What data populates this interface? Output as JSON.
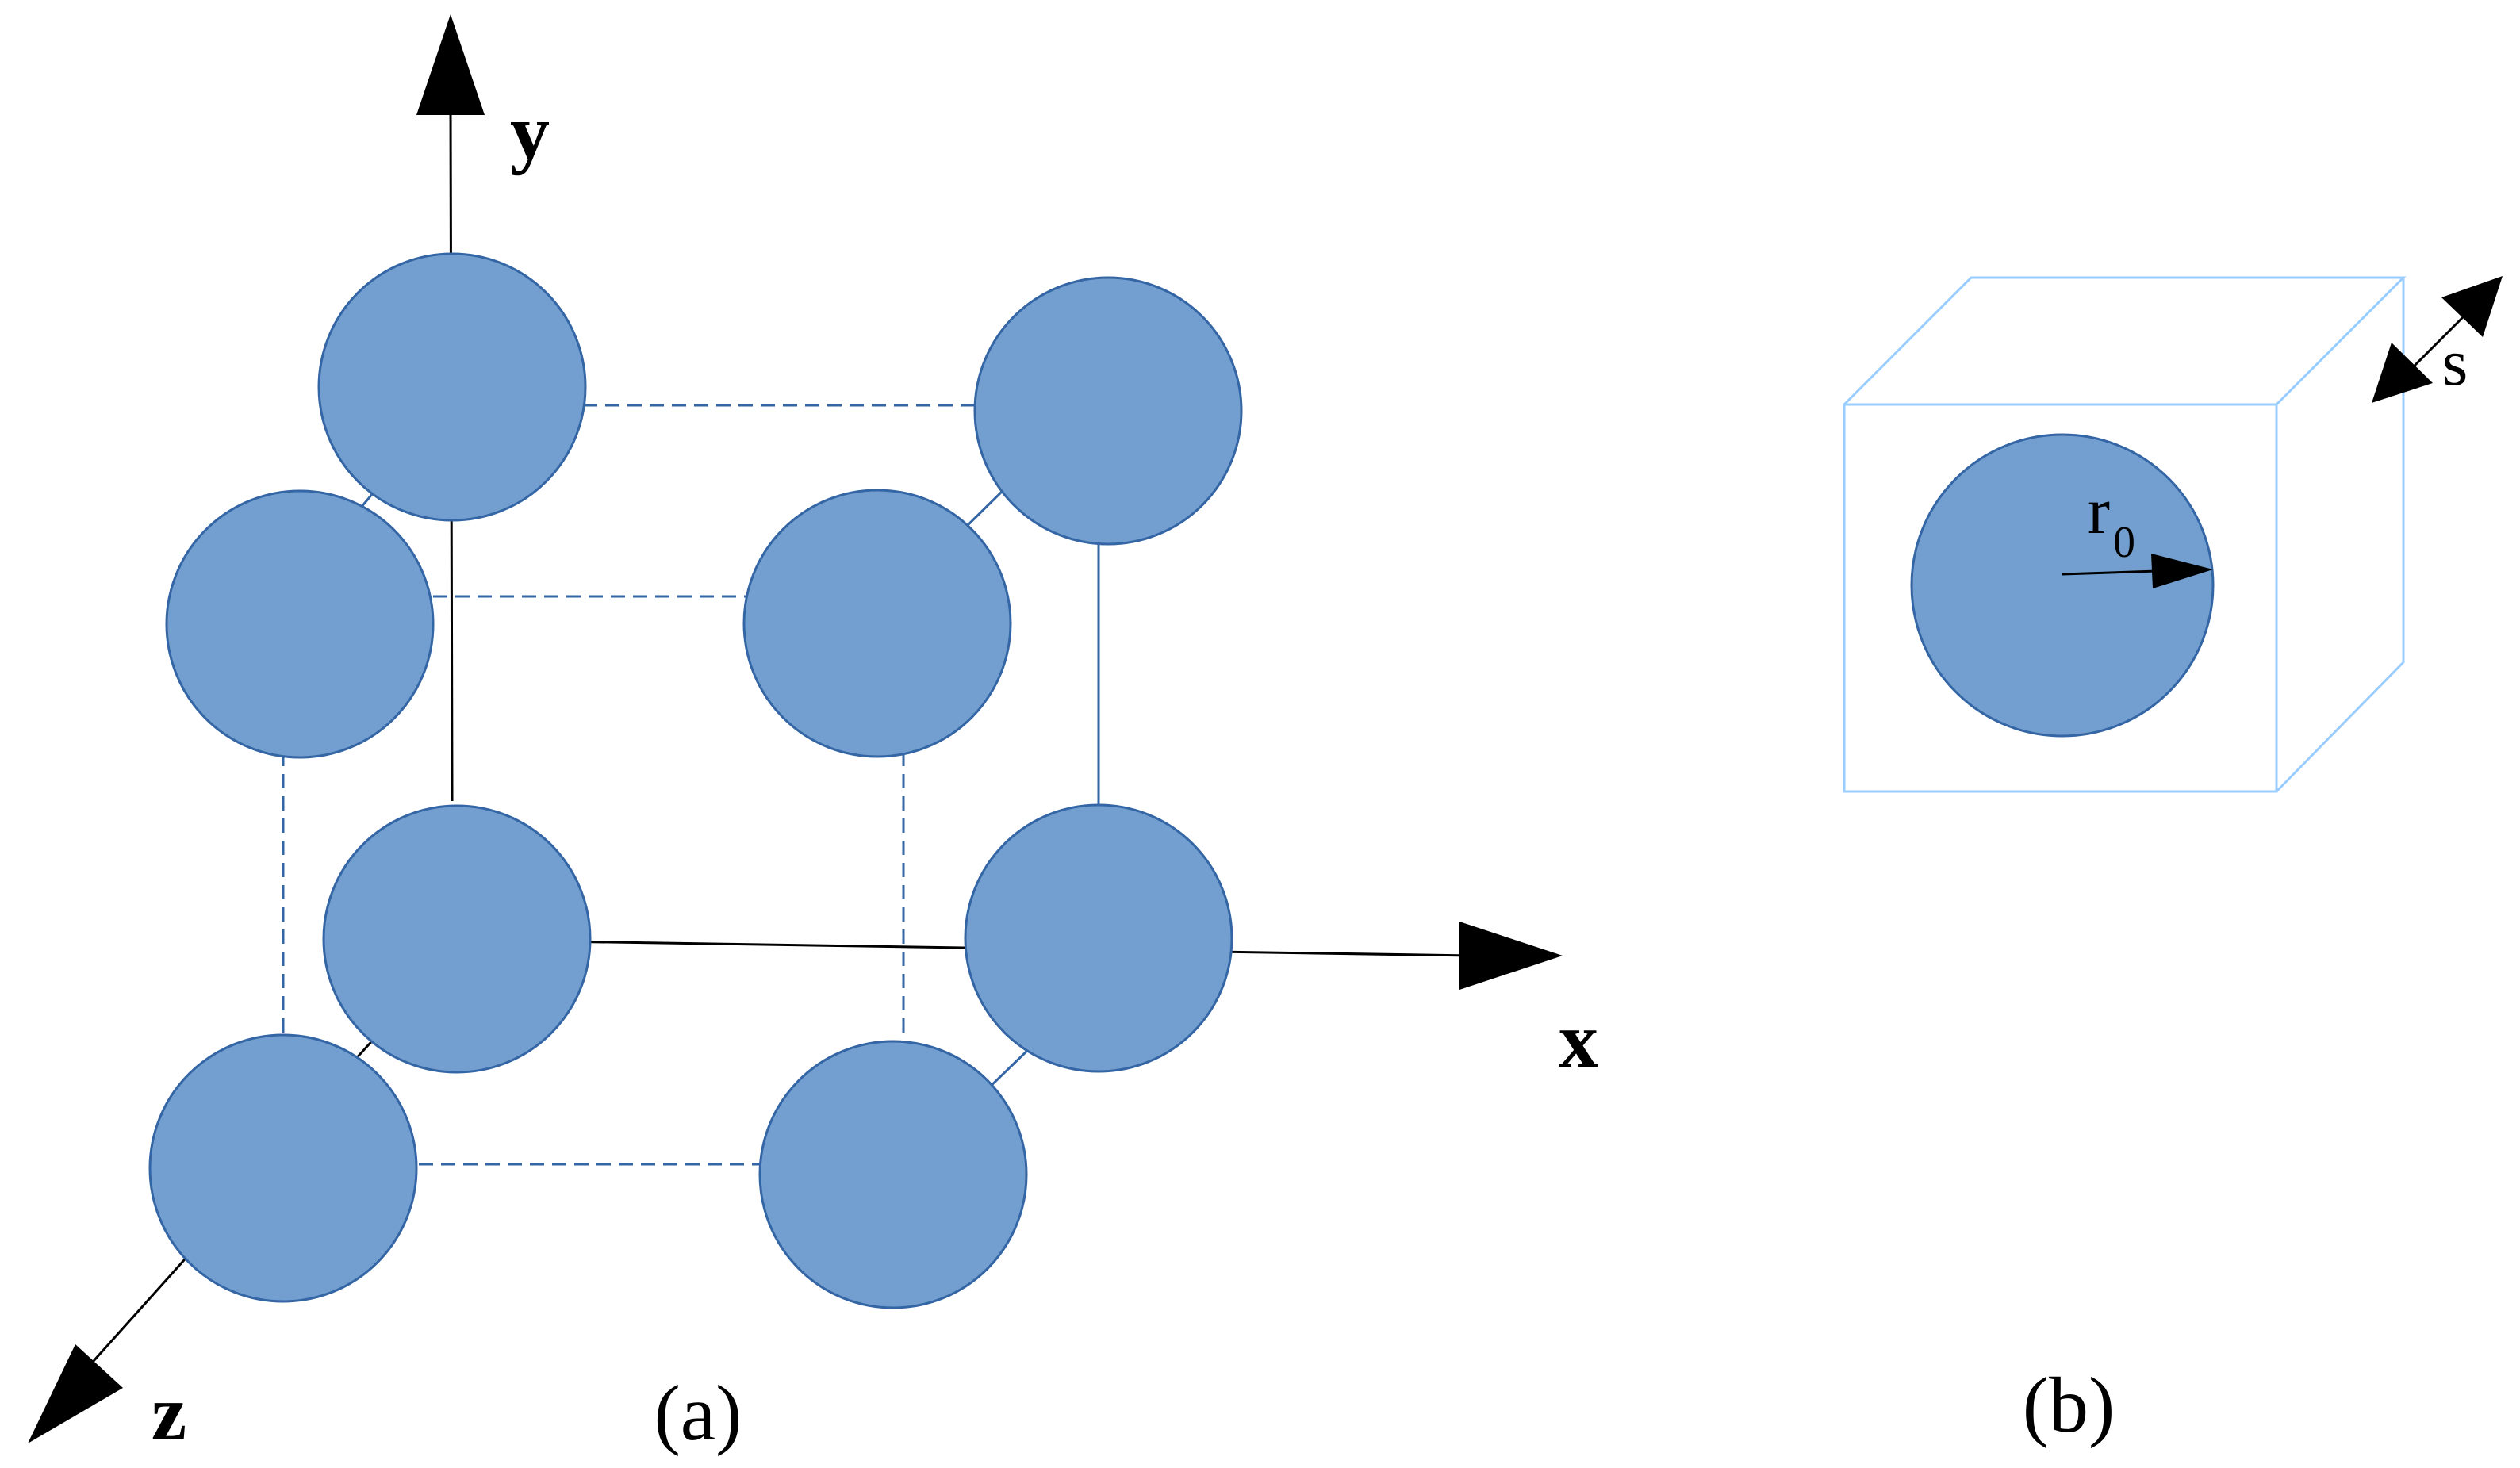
{
  "panel_a": {
    "caption": "(a)",
    "axes": {
      "x_label": "x",
      "y_label": "y",
      "z_label": "z"
    }
  },
  "panel_b": {
    "caption": "(b)",
    "radius_label": "r",
    "radius_subscript": "0",
    "spacing_label": "s"
  },
  "colors": {
    "sphere_fill": "#729fcf",
    "sphere_stroke": "#3465a4",
    "dashed_edge": "#3465a4",
    "box_edge": "#99ccff",
    "axis": "#000000"
  }
}
